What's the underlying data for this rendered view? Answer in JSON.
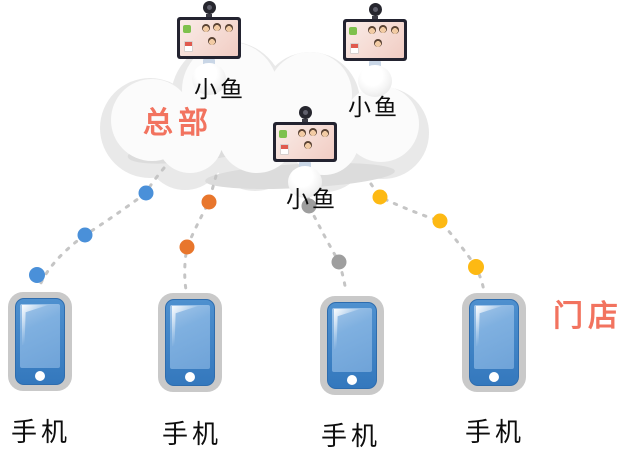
{
  "diagram": {
    "headquarters_label": "总部",
    "store_label": "门店",
    "devices": [
      {
        "id": "xiaoyu-1",
        "label": "小鱼"
      },
      {
        "id": "xiaoyu-2",
        "label": "小鱼"
      },
      {
        "id": "xiaoyu-3",
        "label": "小鱼"
      }
    ],
    "phones": [
      {
        "id": "phone-1",
        "label": "手机"
      },
      {
        "id": "phone-2",
        "label": "手机"
      },
      {
        "id": "phone-3",
        "label": "手机"
      },
      {
        "id": "phone-4",
        "label": "手机"
      }
    ],
    "connections": [
      {
        "from": "cloud",
        "to": "phone-1",
        "dot_color": "#4a90d9",
        "dot_count": 3,
        "style": "dashed"
      },
      {
        "from": "cloud",
        "to": "phone-2",
        "dot_color": "#e8762c",
        "dot_count": 2,
        "style": "dashed"
      },
      {
        "from": "xiaoyu-3",
        "to": "phone-3",
        "dot_color": "#9e9e9e",
        "dot_count": 2,
        "style": "dashed"
      },
      {
        "from": "cloud",
        "to": "phone-4",
        "dot_color": "#fdb913",
        "dot_count": 3,
        "style": "dashed"
      }
    ],
    "colors": {
      "zone_label": "#f2735f",
      "cloud_base": "#e9e9e9",
      "cloud_highlight": "#fbfbfb",
      "cloud_shadow": "#dcdcdc",
      "dash": "#c5c5c5",
      "phone_case": "#c9c9c9",
      "phone_body": "#3478bd",
      "phone_screen": "#7fb0e0",
      "monitor_bezel": "#232330",
      "monitor_screen": "#f6ded7",
      "dot_blue": "#4a90d9",
      "dot_orange": "#e8762c",
      "dot_gray": "#9e9e9e",
      "dot_yellow": "#fdb913"
    },
    "icons": [
      "cloud-icon",
      "camera-icon",
      "monitor-icon",
      "sphere-base-icon",
      "phone-icon"
    ]
  }
}
